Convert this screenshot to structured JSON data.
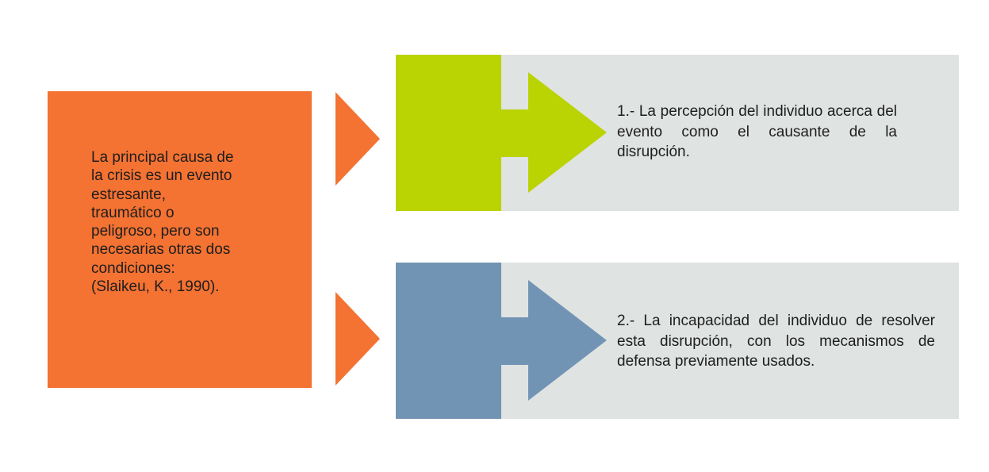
{
  "main": {
    "lines": [
      "La principal causa de",
      "la crisis es un evento",
      "estresante,",
      "traumático o",
      "peligroso, pero son",
      "necesarias otras dos",
      "condiciones:",
      "(Slaikeu, K., 1990)."
    ]
  },
  "conditions": [
    {
      "text": "1.- La percepción del individuo acerca del evento como el causante de la disrupción."
    },
    {
      "text": "2.- La incapacidad del individuo de resolver esta disrupción, con los mecanismos de defensa previamente usados."
    }
  ],
  "colors": {
    "orange": "#f47232",
    "green": "#bad303",
    "blue": "#7294b4",
    "gray": "#dfe3e1"
  }
}
